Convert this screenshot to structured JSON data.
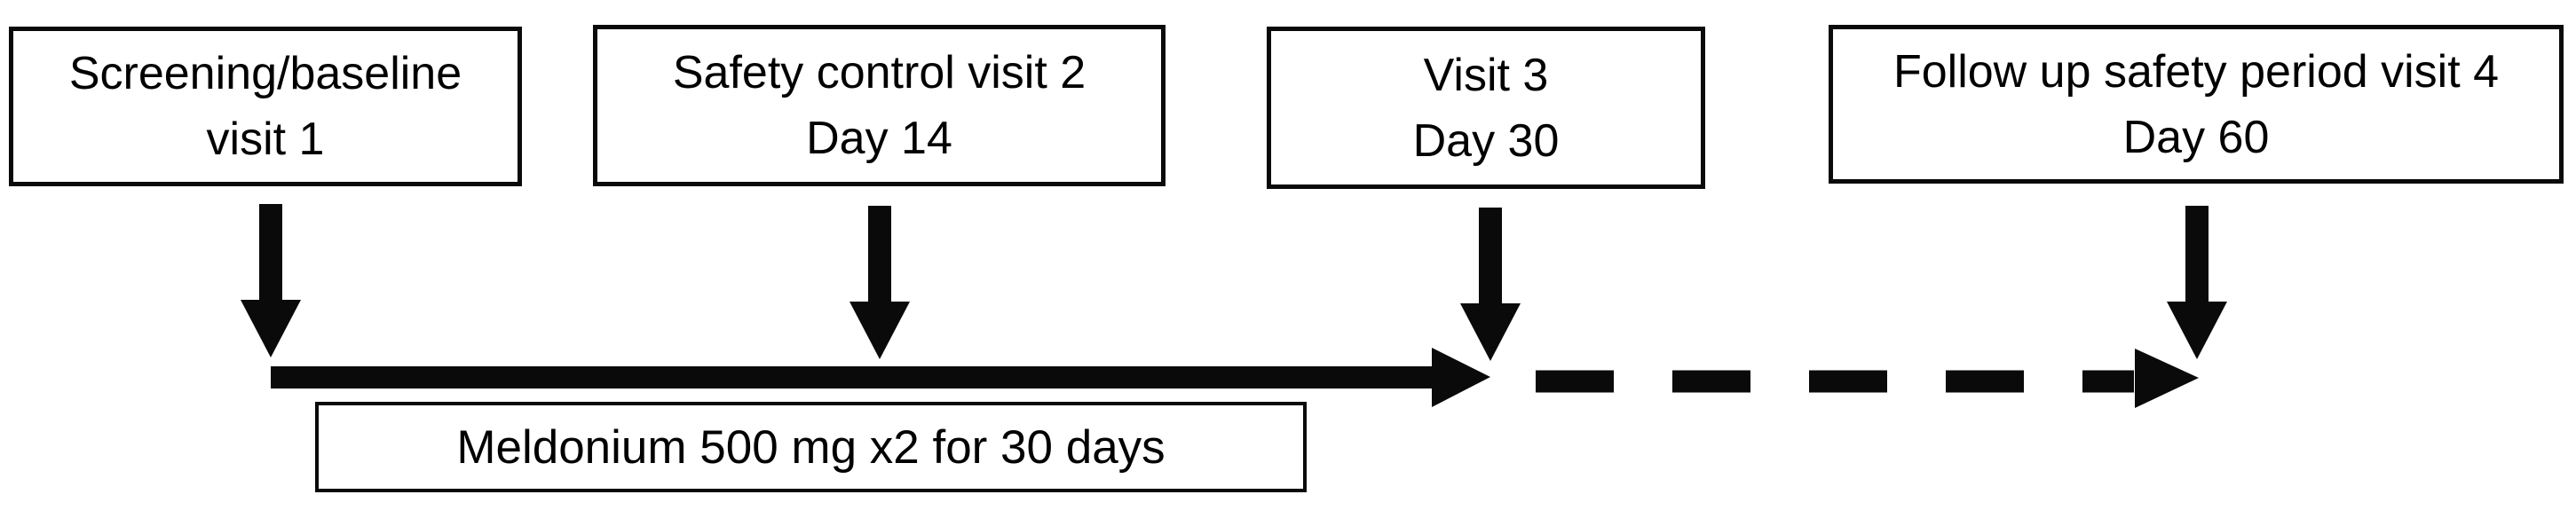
{
  "diagram": {
    "type": "study-timeline",
    "colors": {
      "ink": "#0a0a0a",
      "background": "#ffffff"
    },
    "visit_boxes": [
      {
        "id": "visit1",
        "line1": "Screening/baseline",
        "line2": "visit 1"
      },
      {
        "id": "visit2",
        "line1": "Safety control visit 2",
        "line2": "Day 14"
      },
      {
        "id": "visit3",
        "line1": "Visit 3",
        "line2": "Day 30"
      },
      {
        "id": "visit4",
        "line1": "Follow up safety period visit 4",
        "line2": "Day 60"
      }
    ],
    "treatment_box": {
      "label": "Meldonium 500 mg x2 for 30 days"
    },
    "icons": {
      "down_arrows": [
        "down-arrow-visit1",
        "down-arrow-visit2",
        "down-arrow-visit3",
        "down-arrow-visit4"
      ],
      "timeline_arrows": [
        "solid-right-arrow",
        "dashed-right-arrow"
      ]
    }
  }
}
